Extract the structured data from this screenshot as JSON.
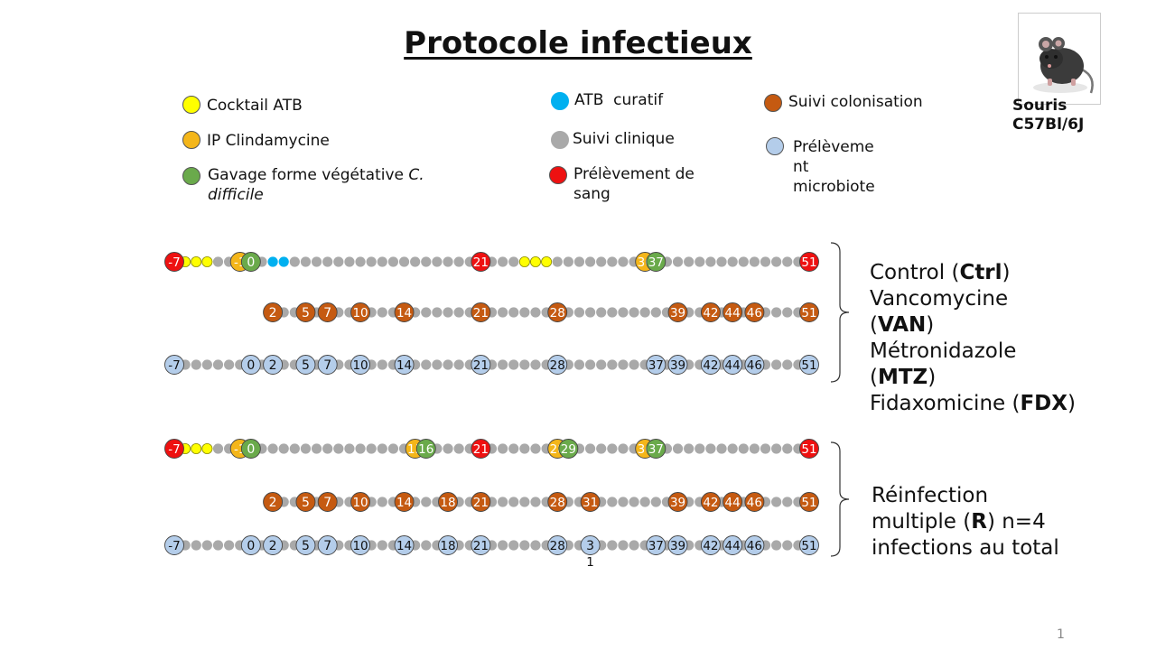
{
  "title": "Protocole infectieux",
  "page_number": "1",
  "colors": {
    "grey": "#a9a9a9",
    "yellow": "#ffff00",
    "orange": "#f4b61a",
    "green": "#6aaa4b",
    "blue": "#00b0f0",
    "red": "#ee1111",
    "brown": "#c55a11",
    "lightblue": "#b4cdea"
  },
  "legend": {
    "cocktail": "Cocktail ATB",
    "clinda": "IP Clindamycine",
    "gavage_a": "Gavage forme végétative ",
    "gavage_b": "C.",
    "gavage_c": "difficile",
    "atb": "ATB  curatif",
    "clinique": "Suivi clinique",
    "sang_a": "Prélèvement de",
    "sang_b": "sang",
    "colonisation": "Suivi colonisation",
    "microbiote_a": "Prélèveme",
    "microbiote_b": "nt",
    "microbiote_c": "microbiote"
  },
  "mouse": {
    "icon": "mouse-icon",
    "line1": "Souris",
    "line2": "C57Bl/6J"
  },
  "groups": {
    "g1": {
      "l1a": "Control (",
      "l1b": "Ctrl",
      "l1c": ")",
      "l2": "Vancomycine",
      "l3a": "(",
      "l3b": "VAN",
      "l3c": ")",
      "l4": "Métronidazole",
      "l5a": "(",
      "l5b": "MTZ",
      "l5c": ")",
      "l6a": "Fidaxomicine (",
      "l6b": "FDX",
      "l6c": ")"
    },
    "g2": {
      "l1": "Réinfection",
      "l2a": "multiple (",
      "l2b": "R",
      "l2c": ") n=4",
      "l3": "infections au total"
    }
  },
  "timelines": [
    {
      "start": -7,
      "end": 51,
      "small": [
        {
          "days": [
            -6,
            -5,
            -4
          ],
          "color": "yellow"
        },
        {
          "days": [
            2,
            3
          ],
          "color": "blue"
        },
        {
          "days": [
            25,
            26,
            27
          ],
          "color": "yellow"
        }
      ],
      "marks": [
        {
          "d": -7,
          "label": "-7",
          "color": "red"
        },
        {
          "d": -1,
          "label": "-1",
          "color": "orange"
        },
        {
          "d": 0,
          "label": "0",
          "color": "green"
        },
        {
          "d": 21,
          "label": "21",
          "color": "red"
        },
        {
          "d": 36,
          "label": "36",
          "color": "orange"
        },
        {
          "d": 37,
          "label": "37",
          "color": "green"
        },
        {
          "d": 51,
          "label": "51",
          "color": "red"
        }
      ]
    },
    {
      "start": 2,
      "end": 51,
      "small": [],
      "marks": [
        {
          "d": 2,
          "label": "2",
          "color": "brown"
        },
        {
          "d": 5,
          "label": "5",
          "color": "brown"
        },
        {
          "d": 7,
          "label": "7",
          "color": "brown"
        },
        {
          "d": 10,
          "label": "10",
          "color": "brown"
        },
        {
          "d": 14,
          "label": "14",
          "color": "brown"
        },
        {
          "d": 21,
          "label": "21",
          "color": "brown"
        },
        {
          "d": 28,
          "label": "28",
          "color": "brown"
        },
        {
          "d": 39,
          "label": "39",
          "color": "brown"
        },
        {
          "d": 42,
          "label": "42",
          "color": "brown"
        },
        {
          "d": 44,
          "label": "44",
          "color": "brown"
        },
        {
          "d": 46,
          "label": "46",
          "color": "brown"
        },
        {
          "d": 51,
          "label": "51",
          "color": "brown"
        }
      ]
    },
    {
      "start": -7,
      "end": 51,
      "small": [],
      "marks": [
        {
          "d": -7,
          "label": "-7",
          "color": "lightblue"
        },
        {
          "d": 0,
          "label": "0",
          "color": "lightblue"
        },
        {
          "d": 2,
          "label": "2",
          "color": "lightblue"
        },
        {
          "d": 5,
          "label": "5",
          "color": "lightblue"
        },
        {
          "d": 7,
          "label": "7",
          "color": "lightblue"
        },
        {
          "d": 10,
          "label": "10",
          "color": "lightblue"
        },
        {
          "d": 14,
          "label": "14",
          "color": "lightblue"
        },
        {
          "d": 21,
          "label": "21",
          "color": "lightblue"
        },
        {
          "d": 28,
          "label": "28",
          "color": "lightblue"
        },
        {
          "d": 37,
          "label": "37",
          "color": "lightblue"
        },
        {
          "d": 39,
          "label": "39",
          "color": "lightblue"
        },
        {
          "d": 42,
          "label": "42",
          "color": "lightblue"
        },
        {
          "d": 44,
          "label": "44",
          "color": "lightblue"
        },
        {
          "d": 46,
          "label": "46",
          "color": "lightblue"
        },
        {
          "d": 51,
          "label": "51",
          "color": "lightblue"
        }
      ]
    },
    {
      "start": -7,
      "end": 51,
      "small": [
        {
          "days": [
            -6,
            -5,
            -4
          ],
          "color": "yellow"
        }
      ],
      "marks": [
        {
          "d": -7,
          "label": "-7",
          "color": "red"
        },
        {
          "d": -1,
          "label": "-1",
          "color": "orange"
        },
        {
          "d": 0,
          "label": "0",
          "color": "green"
        },
        {
          "d": 15,
          "label": "15",
          "color": "orange"
        },
        {
          "d": 16,
          "label": "16",
          "color": "green"
        },
        {
          "d": 21,
          "label": "21",
          "color": "red"
        },
        {
          "d": 28,
          "label": "28",
          "color": "orange"
        },
        {
          "d": 29,
          "label": "29",
          "color": "green"
        },
        {
          "d": 36,
          "label": "36",
          "color": "orange"
        },
        {
          "d": 37,
          "label": "37",
          "color": "green"
        },
        {
          "d": 51,
          "label": "51",
          "color": "red"
        }
      ]
    },
    {
      "start": 2,
      "end": 51,
      "small": [],
      "marks": [
        {
          "d": 2,
          "label": "2",
          "color": "brown"
        },
        {
          "d": 5,
          "label": "5",
          "color": "brown"
        },
        {
          "d": 7,
          "label": "7",
          "color": "brown"
        },
        {
          "d": 10,
          "label": "10",
          "color": "brown"
        },
        {
          "d": 14,
          "label": "14",
          "color": "brown"
        },
        {
          "d": 18,
          "label": "18",
          "color": "brown"
        },
        {
          "d": 21,
          "label": "21",
          "color": "brown"
        },
        {
          "d": 28,
          "label": "28",
          "color": "brown"
        },
        {
          "d": 31,
          "label": "31",
          "color": "brown"
        },
        {
          "d": 39,
          "label": "39",
          "color": "brown"
        },
        {
          "d": 42,
          "label": "42",
          "color": "brown"
        },
        {
          "d": 44,
          "label": "44",
          "color": "brown"
        },
        {
          "d": 46,
          "label": "46",
          "color": "brown"
        },
        {
          "d": 51,
          "label": "51",
          "color": "brown"
        }
      ]
    },
    {
      "start": -7,
      "end": 51,
      "small": [],
      "marks": [
        {
          "d": -7,
          "label": "-7",
          "color": "lightblue"
        },
        {
          "d": 0,
          "label": "0",
          "color": "lightblue"
        },
        {
          "d": 2,
          "label": "2",
          "color": "lightblue"
        },
        {
          "d": 5,
          "label": "5",
          "color": "lightblue"
        },
        {
          "d": 7,
          "label": "7",
          "color": "lightblue"
        },
        {
          "d": 10,
          "label": "10",
          "color": "lightblue"
        },
        {
          "d": 14,
          "label": "14",
          "color": "lightblue"
        },
        {
          "d": 18,
          "label": "18",
          "color": "lightblue"
        },
        {
          "d": 21,
          "label": "21",
          "color": "lightblue"
        },
        {
          "d": 28,
          "label": "28",
          "color": "lightblue"
        },
        {
          "d": 31,
          "label": "3",
          "sublabel": "1",
          "color": "lightblue"
        },
        {
          "d": 37,
          "label": "37",
          "color": "lightblue"
        },
        {
          "d": 39,
          "label": "39",
          "color": "lightblue"
        },
        {
          "d": 42,
          "label": "42",
          "color": "lightblue"
        },
        {
          "d": 44,
          "label": "44",
          "color": "lightblue"
        },
        {
          "d": 46,
          "label": "46",
          "color": "lightblue"
        },
        {
          "d": 51,
          "label": "51",
          "color": "lightblue"
        }
      ]
    }
  ]
}
